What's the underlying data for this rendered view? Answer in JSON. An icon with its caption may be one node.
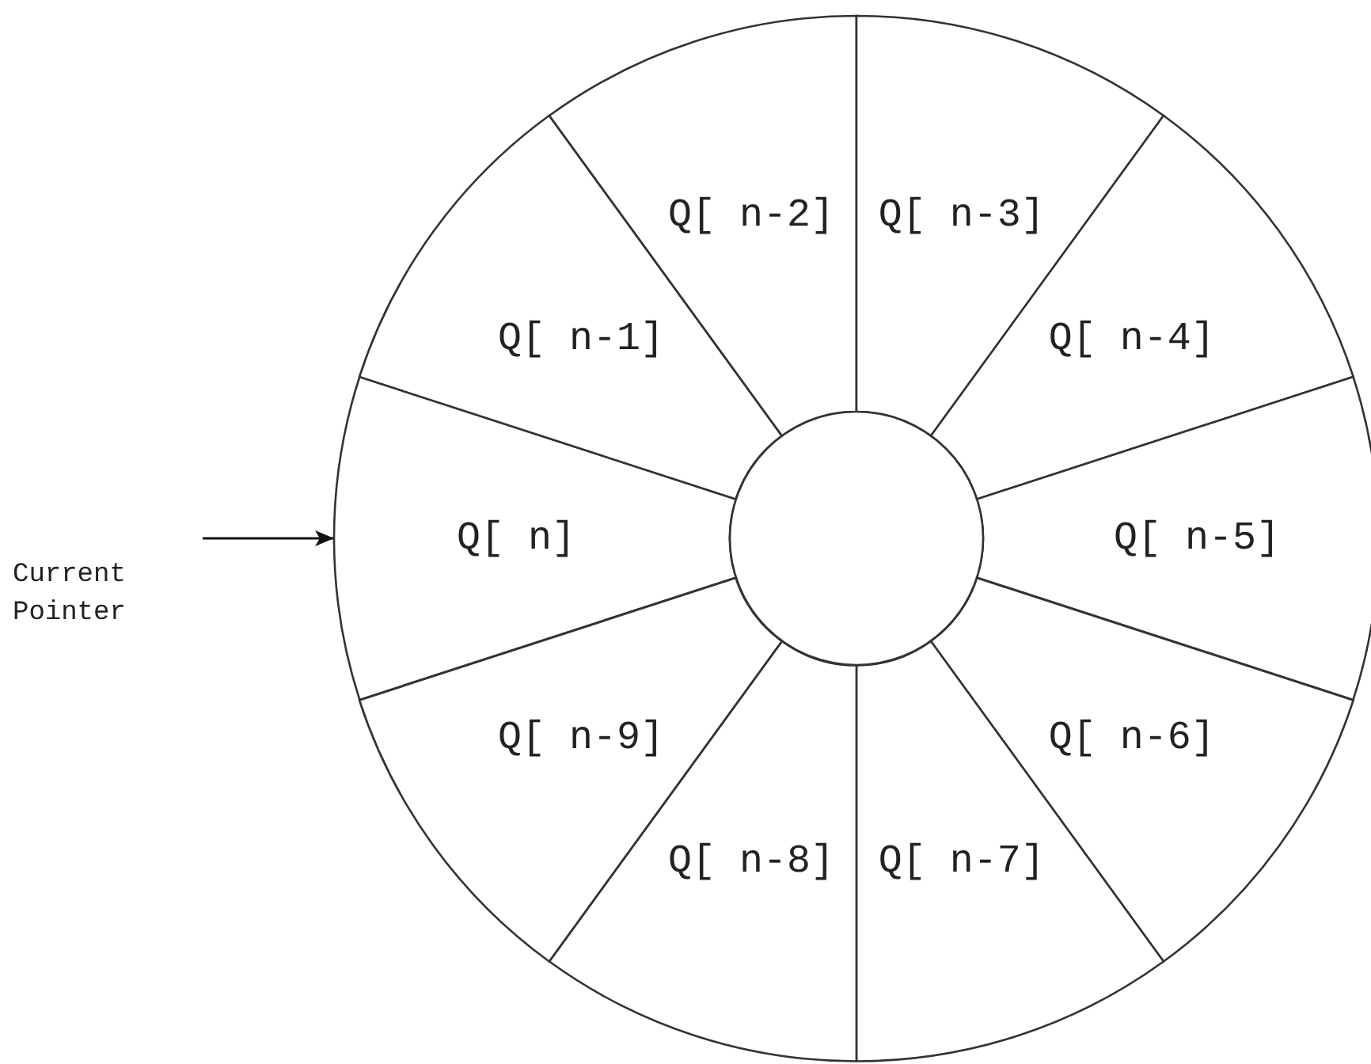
{
  "diagram": {
    "nodes": [
      {
        "text": [
          "Q[ n]"
        ]
      },
      {
        "text": [
          "Q[ n-1]"
        ]
      },
      {
        "text": [
          "Q[ n-2]"
        ]
      },
      {
        "text": [
          "Q[ n-3]"
        ]
      },
      {
        "text": [
          "Q[ n-4]"
        ]
      },
      {
        "text": [
          "Q[ n-5]"
        ]
      },
      {
        "text": [
          "Q[ n-6]"
        ]
      },
      {
        "text": [
          "Q[ n-7]"
        ]
      },
      {
        "text": [
          "Q[ n-8]"
        ]
      },
      {
        "text": [
          "Q[ n-9]"
        ]
      },
      {
        "text": [],
        "shape": "circle"
      },
      {
        "text": [
          "Current Pointer"
        ]
      }
    ],
    "edges": [
      {
        "from": 11,
        "to": 0,
        "arrow": "to"
      }
    ]
  }
}
